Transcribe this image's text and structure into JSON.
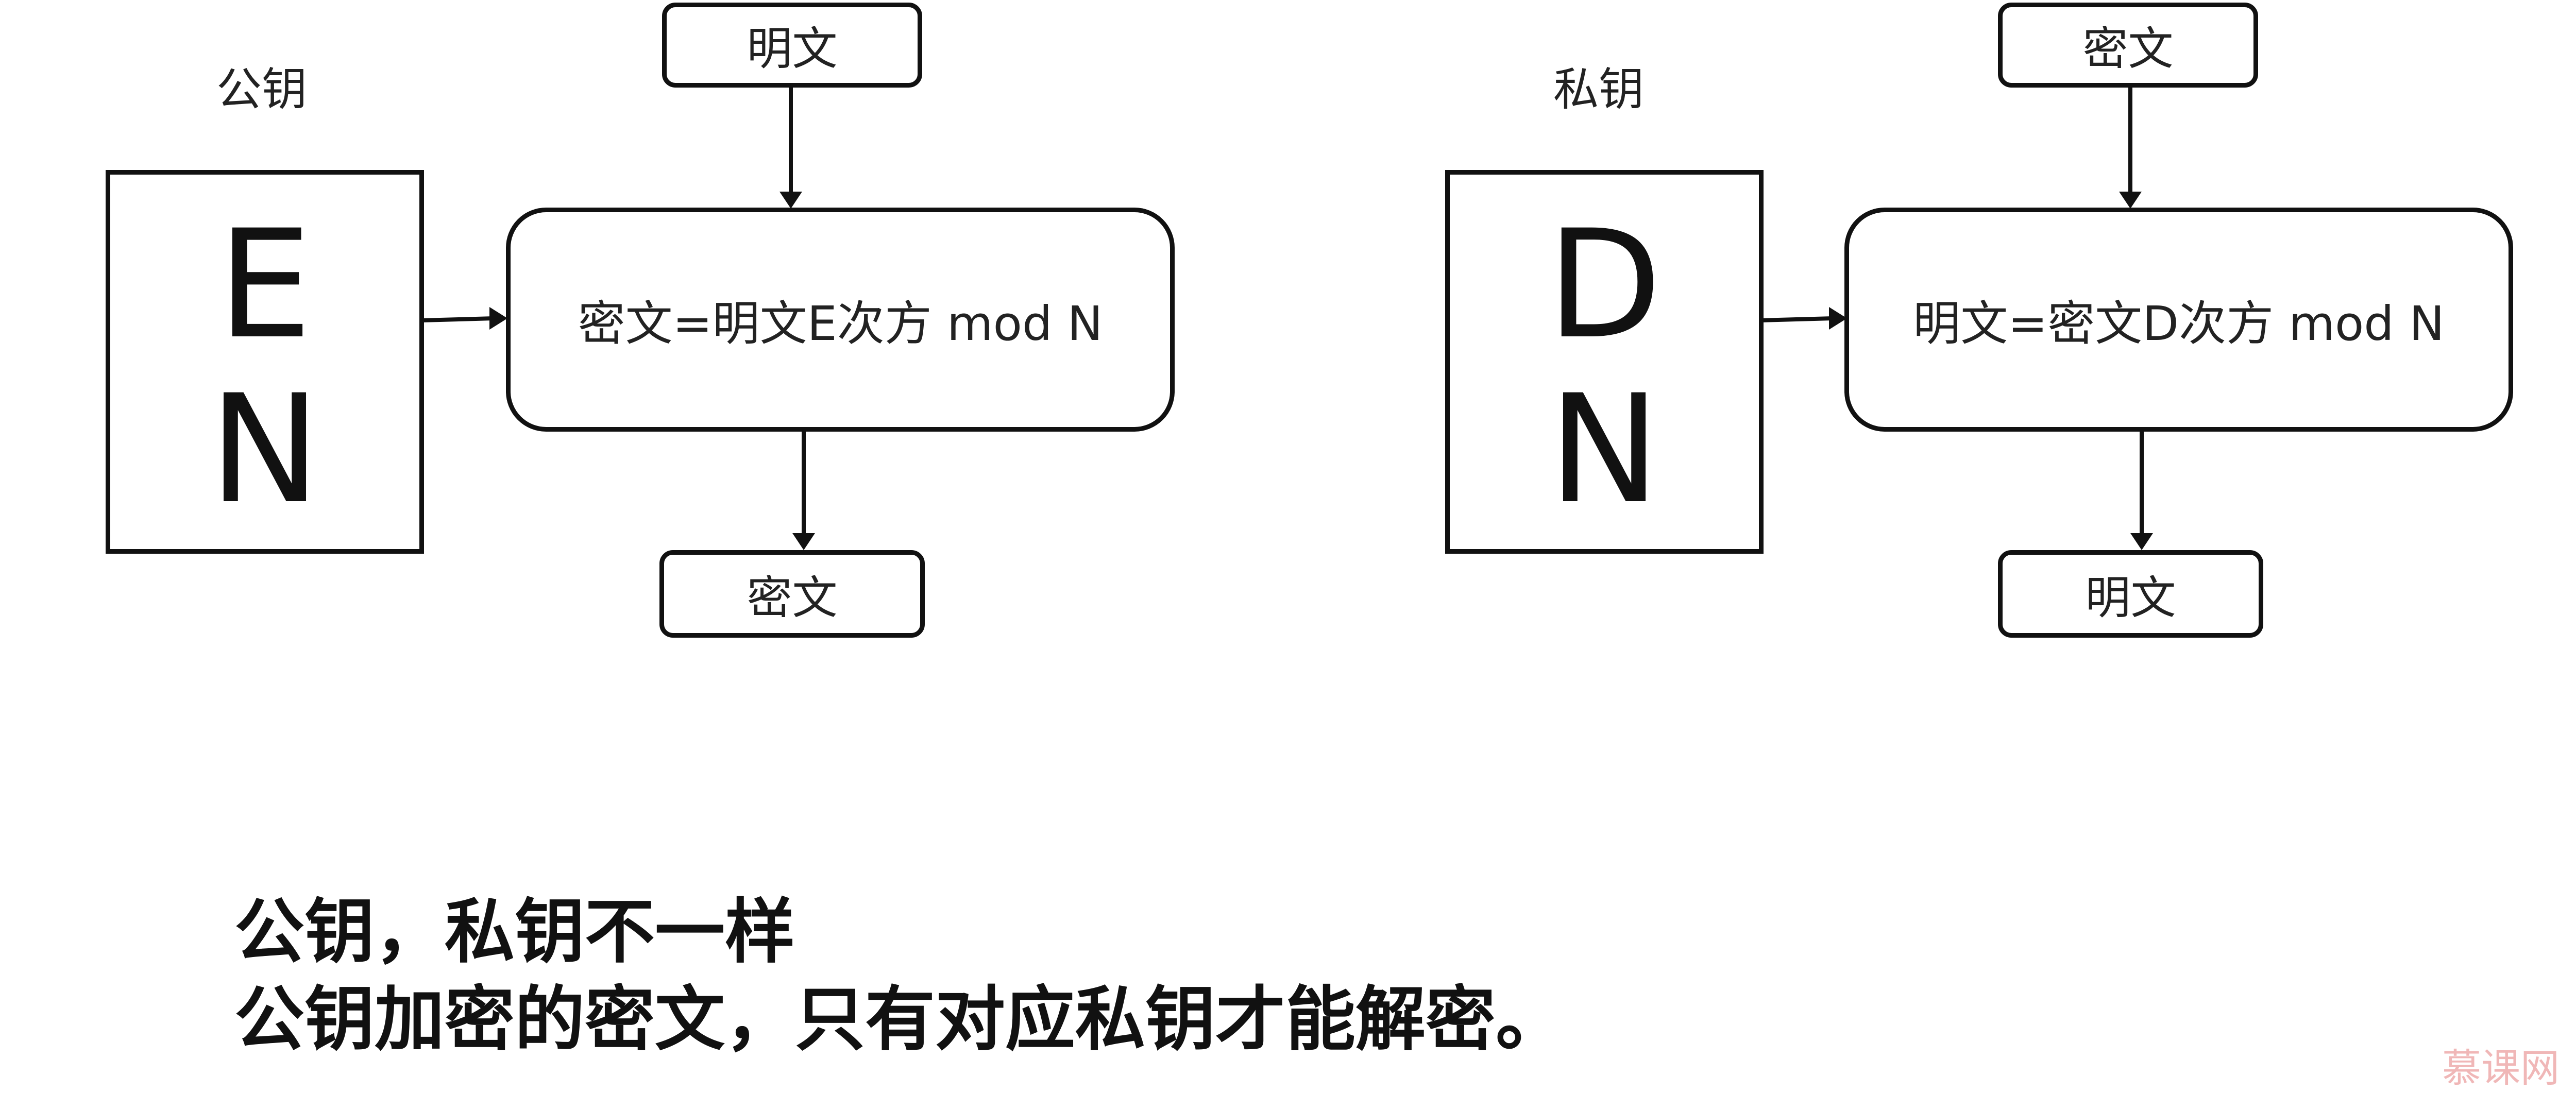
{
  "public": {
    "label": "公钥",
    "key_chars": [
      "E",
      "N"
    ],
    "input": "明文",
    "formula": "密文=明文E次方 mod N",
    "output": "密文"
  },
  "private": {
    "label": "私钥",
    "key_chars": [
      "D",
      "N"
    ],
    "input": "密文",
    "formula": "明文=密文D次方 mod N",
    "output": "明文"
  },
  "caption": {
    "line1": "公钥，私钥不一样",
    "line2": "公钥加密的密文，只有对应私钥才能解密。"
  },
  "watermark": "慕课网",
  "colors": {
    "stroke": "#111111",
    "watermark": "#f0b7b7"
  }
}
